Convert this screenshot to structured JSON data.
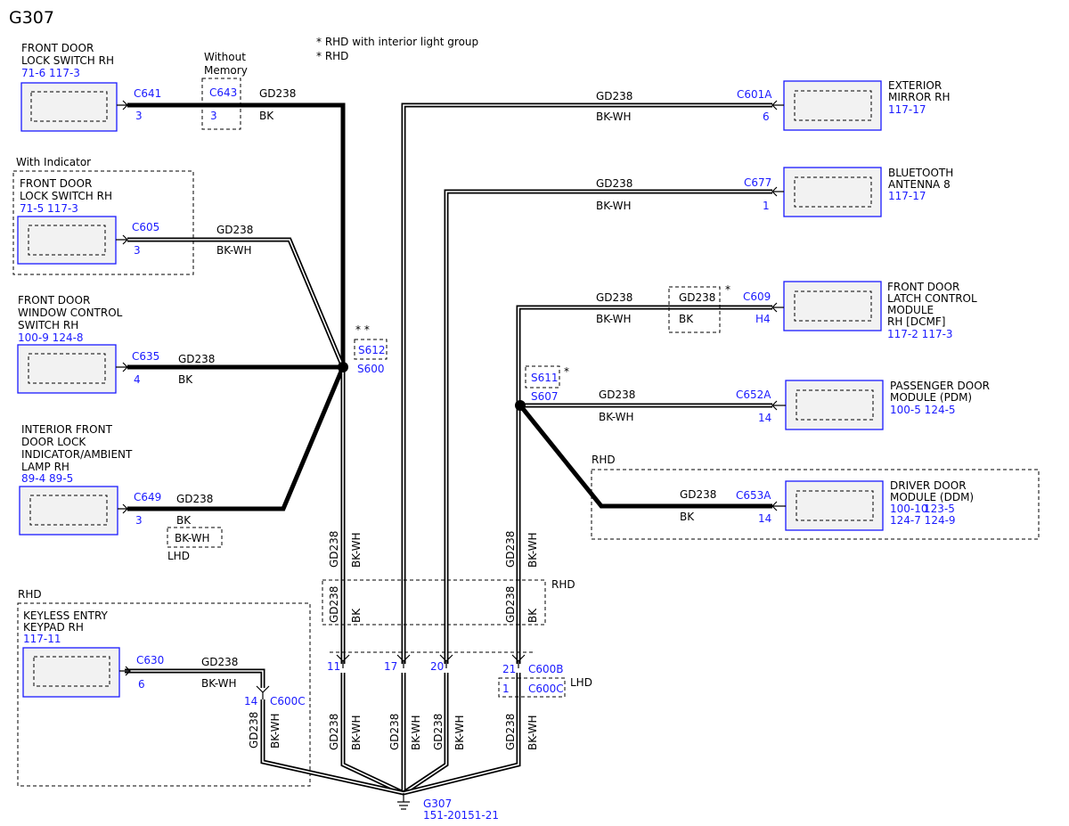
{
  "title": "G307",
  "notes": [
    "* RHD with interior light group",
    "* RHD"
  ],
  "components": {
    "c641_comp": {
      "name1": "FRONT DOOR",
      "name2": "LOCK SWITCH RH",
      "refs": "71-6   117-3",
      "connector": "C641",
      "pin": "3"
    },
    "c643": {
      "label1": "Without",
      "label2": "Memory",
      "connector": "C643",
      "pin": "3"
    },
    "with_indicator": "With Indicator",
    "c605_comp": {
      "name1": "FRONT DOOR",
      "name2": "LOCK SWITCH RH",
      "refs": "71-5   117-3",
      "connector": "C605",
      "pin": "3"
    },
    "c635_comp": {
      "name1": "FRONT DOOR",
      "name2": "WINDOW CONTROL",
      "name3": "SWITCH RH",
      "refs": "100-9  124-8",
      "connector": "C635",
      "pin": "4"
    },
    "c649_comp": {
      "name1": "INTERIOR FRONT",
      "name2": "DOOR LOCK",
      "name3": "INDICATOR/AMBIENT",
      "name4": "LAMP RH",
      "refs": "89-4   89-5",
      "connector": "C649",
      "pin": "3"
    },
    "c630_comp": {
      "rhd": "RHD",
      "name1": "KEYLESS ENTRY",
      "name2": "KEYPAD RH",
      "refs": "117-11",
      "connector": "C630",
      "pin": "6"
    },
    "c601a_comp": {
      "name1": "EXTERIOR",
      "name2": "MIRROR RH",
      "refs": "117-17",
      "connector": "C601A",
      "pin": "6"
    },
    "c677_comp": {
      "name1": "BLUETOOTH",
      "name2": "ANTENNA 8",
      "refs": "117-17",
      "connector": "C677",
      "pin": "1"
    },
    "c609_comp": {
      "name1": "FRONT DOOR",
      "name2": "LATCH CONTROL",
      "name3": "MODULE",
      "name4": "RH [DCMF]",
      "refs": "117-2 117-3",
      "connector": "C609",
      "pin": "H4"
    },
    "c652a_comp": {
      "name1": "PASSENGER DOOR",
      "name2": "MODULE (PDM)",
      "refs": "100-5 124-5",
      "connector": "C652A",
      "pin": "14"
    },
    "c653a_comp": {
      "rhd": "RHD",
      "name1": "DRIVER DOOR",
      "name2": "MODULE (DDM)",
      "refs1": "100-10",
      "refs2": "123-5",
      "refs3": "124-7 124-9",
      "connector": "C653A",
      "pin": "14"
    }
  },
  "splices": {
    "s612": "S612",
    "s600": "S600",
    "s611": "S611",
    "s607": "S607",
    "star2": "* *",
    "star1": "*"
  },
  "wires": {
    "gd": "GD238",
    "bk": "BK",
    "bkwh": "BK-WH"
  },
  "lhd": "LHD",
  "rhd": "RHD",
  "c600": {
    "b": "C600B",
    "c": "C600C",
    "p11": "11",
    "p17": "17",
    "p20": "20",
    "p21": "21",
    "p1": "1",
    "p14": "14"
  },
  "ground": {
    "name": "G307",
    "refs": "151-20151-21"
  },
  "colors": {
    "blue": "#1a1aff",
    "black": "#000000"
  }
}
